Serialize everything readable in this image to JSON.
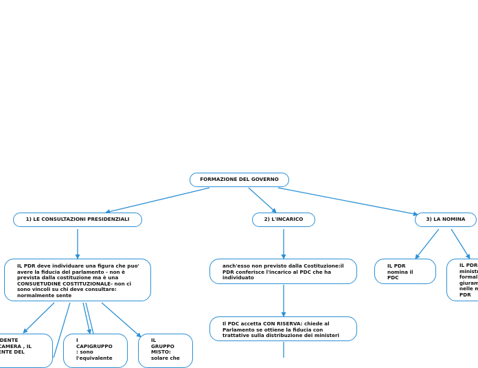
{
  "diagram": {
    "root": "FORMAZIONE DEL GOVERNO",
    "branches": [
      "1) LE CONSULTAZIONI PRESIDENZIALI",
      "2) L'INCARICO",
      "3) LA NOMINA"
    ],
    "consultazioni": {
      "main": "IL PDR deve individuare una figura che puo'\navere la fiducia del parlamento - non è\nprevista dalla costituzione ma è una\nCONSUETUDINE COSTITUZIONALE- non ci\nsono vincoli su chi deve consultare:\nnormalmente sente",
      "children": [
        "IDENTE\nCAMERA , IL\nENTE DEL",
        "I\nCAPIGRUPPO\n: sono\nl'equivalente",
        "IL\nGRUPPO\nMISTO:\nsolare che"
      ]
    },
    "incarico": {
      "first": "anch'esso non previsto dalla Costituzione:il\nPDR conferisce l'incarico al PDC che ha\nindividuato",
      "second": "Il PDC accetta CON RISERVA: chiede al\nParlamento se ottiene la fiducia con\ntrattative sulla distribuzione dei ministeri"
    },
    "nomina": {
      "first": "IL PDR\nnomina il\nPDC",
      "second": "IL PDR\nministri\nformal\ngiuram\nnelle m\nPDR"
    }
  }
}
